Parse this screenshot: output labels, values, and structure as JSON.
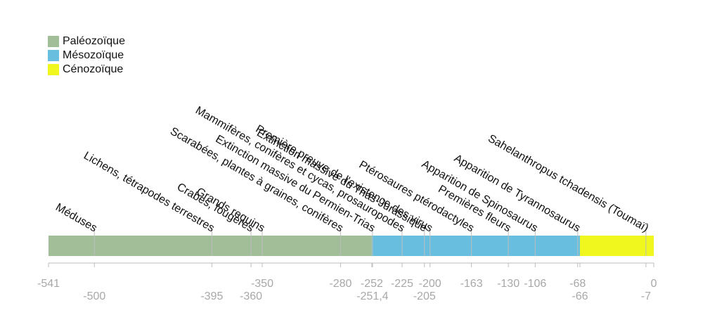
{
  "chart_data": {
    "type": "timeline",
    "xlim": [
      -541,
      0
    ],
    "eras": [
      {
        "name": "Paléozoïque",
        "start": -541,
        "end": -252,
        "color": "#a1be98"
      },
      {
        "name": "Mésozoïque",
        "start": -252,
        "end": -66,
        "color": "#67bedf"
      },
      {
        "name": "Cénozoïque",
        "start": -66,
        "end": 0,
        "color": "#f0f71e"
      }
    ],
    "events": [
      {
        "label": "Méduses",
        "x": -500
      },
      {
        "label": "Lichens, tétrapodes terrestres",
        "x": -395
      },
      {
        "label": "Crabes, fougères",
        "x": -360
      },
      {
        "label": "Grands requins",
        "x": -350
      },
      {
        "label": "Scarabées, plantes à graines, conifères",
        "x": -280
      },
      {
        "label": "Extinction massive du Permien-Trias",
        "x": -251.4
      },
      {
        "label": "Mammifères, conifères et cycas, prosauropodes",
        "x": -225
      },
      {
        "label": "Extinction massive du Trias-Jurassique",
        "x": -205
      },
      {
        "label": "Première preuve de l'existence des virus",
        "x": -200
      },
      {
        "label": "Ptérosaures ptérodactyles",
        "x": -163
      },
      {
        "label": "Premières fleurs",
        "x": -130
      },
      {
        "label": "Apparition de Spinosaurus",
        "x": -106
      },
      {
        "label": "Apparition de Tyrannosaurus",
        "x": -68
      },
      {
        "label": "Sahelanthropus tchadensis (Toumaï)",
        "x": -7
      }
    ],
    "ticks": [
      {
        "value": -541,
        "label": "-541",
        "row": "top"
      },
      {
        "value": -500,
        "label": "-500",
        "row": "bottom"
      },
      {
        "value": -395,
        "label": "-395",
        "row": "bottom"
      },
      {
        "value": -360,
        "label": "-360",
        "row": "bottom"
      },
      {
        "value": -350,
        "label": "-350",
        "row": "top"
      },
      {
        "value": -280,
        "label": "-280",
        "row": "top"
      },
      {
        "value": -252,
        "label": "-252",
        "row": "top"
      },
      {
        "value": -251.4,
        "label": "-251,4",
        "row": "bottom"
      },
      {
        "value": -225,
        "label": "-225",
        "row": "top"
      },
      {
        "value": -205,
        "label": "-205",
        "row": "bottom"
      },
      {
        "value": -200,
        "label": "-200",
        "row": "top"
      },
      {
        "value": -163,
        "label": "-163",
        "row": "top"
      },
      {
        "value": -130,
        "label": "-130",
        "row": "top"
      },
      {
        "value": -106,
        "label": "-106",
        "row": "top"
      },
      {
        "value": -68,
        "label": "-68",
        "row": "top"
      },
      {
        "value": -66,
        "label": "-66",
        "row": "bottom"
      },
      {
        "value": -7,
        "label": "-7",
        "row": "bottom"
      },
      {
        "value": 0,
        "label": "0",
        "row": "top"
      }
    ],
    "legend_position": "top-left",
    "grid": false
  }
}
